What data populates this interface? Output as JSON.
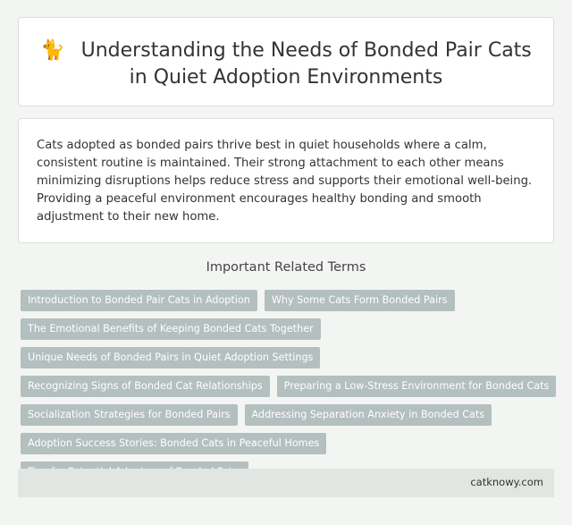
{
  "header": {
    "icon": "cat-icon",
    "icon_glyph": "🐈",
    "title_line1": "Understanding the Needs of Bonded Pair Cats",
    "title_line2": "in Quiet Adoption Environments"
  },
  "summary": {
    "text": "Cats adopted as bonded pairs thrive best in quiet households where a calm, consistent routine is maintained. Their strong attachment to each other means minimizing disruptions helps reduce stress and supports their emotional well-being. Providing a peaceful environment encourages healthy bonding and smooth adjustment to their new home."
  },
  "related": {
    "heading": "Important Related Terms",
    "terms": [
      "Introduction to Bonded Pair Cats in Adoption",
      "Why Some Cats Form Bonded Pairs",
      "The Emotional Benefits of Keeping Bonded Cats Together",
      "Unique Needs of Bonded Pairs in Quiet Adoption Settings",
      "Recognizing Signs of Bonded Cat Relationships",
      "Preparing a Low-Stress Environment for Bonded Cats",
      "Socialization Strategies for Bonded Pairs",
      "Addressing Separation Anxiety in Bonded Cats",
      "Adoption Success Stories: Bonded Cats in Peaceful Homes",
      "Tips for Potential Adopters of Bonded Pairs"
    ]
  },
  "footer": {
    "site": "catknowy.com"
  },
  "colors": {
    "background": "#f3f5f3",
    "tag": "#b4bfbf",
    "footer": "#e2e6e2"
  }
}
